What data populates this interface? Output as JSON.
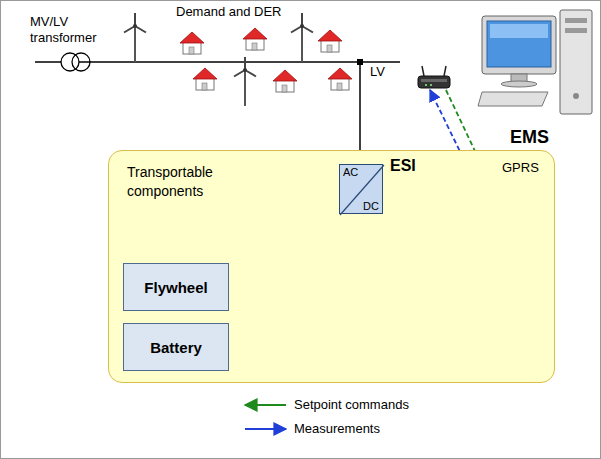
{
  "diagram": {
    "nodes": [
      {
        "text": [
          "EMS"
        ]
      },
      {
        "text": [
          "Transportable components"
        ]
      },
      {
        "text": [
          "AC",
          "DC"
        ],
        "in": 1
      },
      {
        "text": [
          "Flywheel"
        ],
        "in": 1
      },
      {
        "text": [
          "Battery"
        ],
        "in": 1
      }
    ],
    "edges": [
      {
        "from": 3,
        "to": 2,
        "arrow": "none"
      },
      {
        "from": 4,
        "to": 2,
        "arrow": "none"
      }
    ],
    "labels": [
      "MV/LV transformer",
      "Demand and DER",
      "LV",
      "ESI",
      "GPRS"
    ],
    "legend": [
      {
        "text": "Setpoint commands"
      },
      {
        "text": "Measurements"
      }
    ]
  }
}
